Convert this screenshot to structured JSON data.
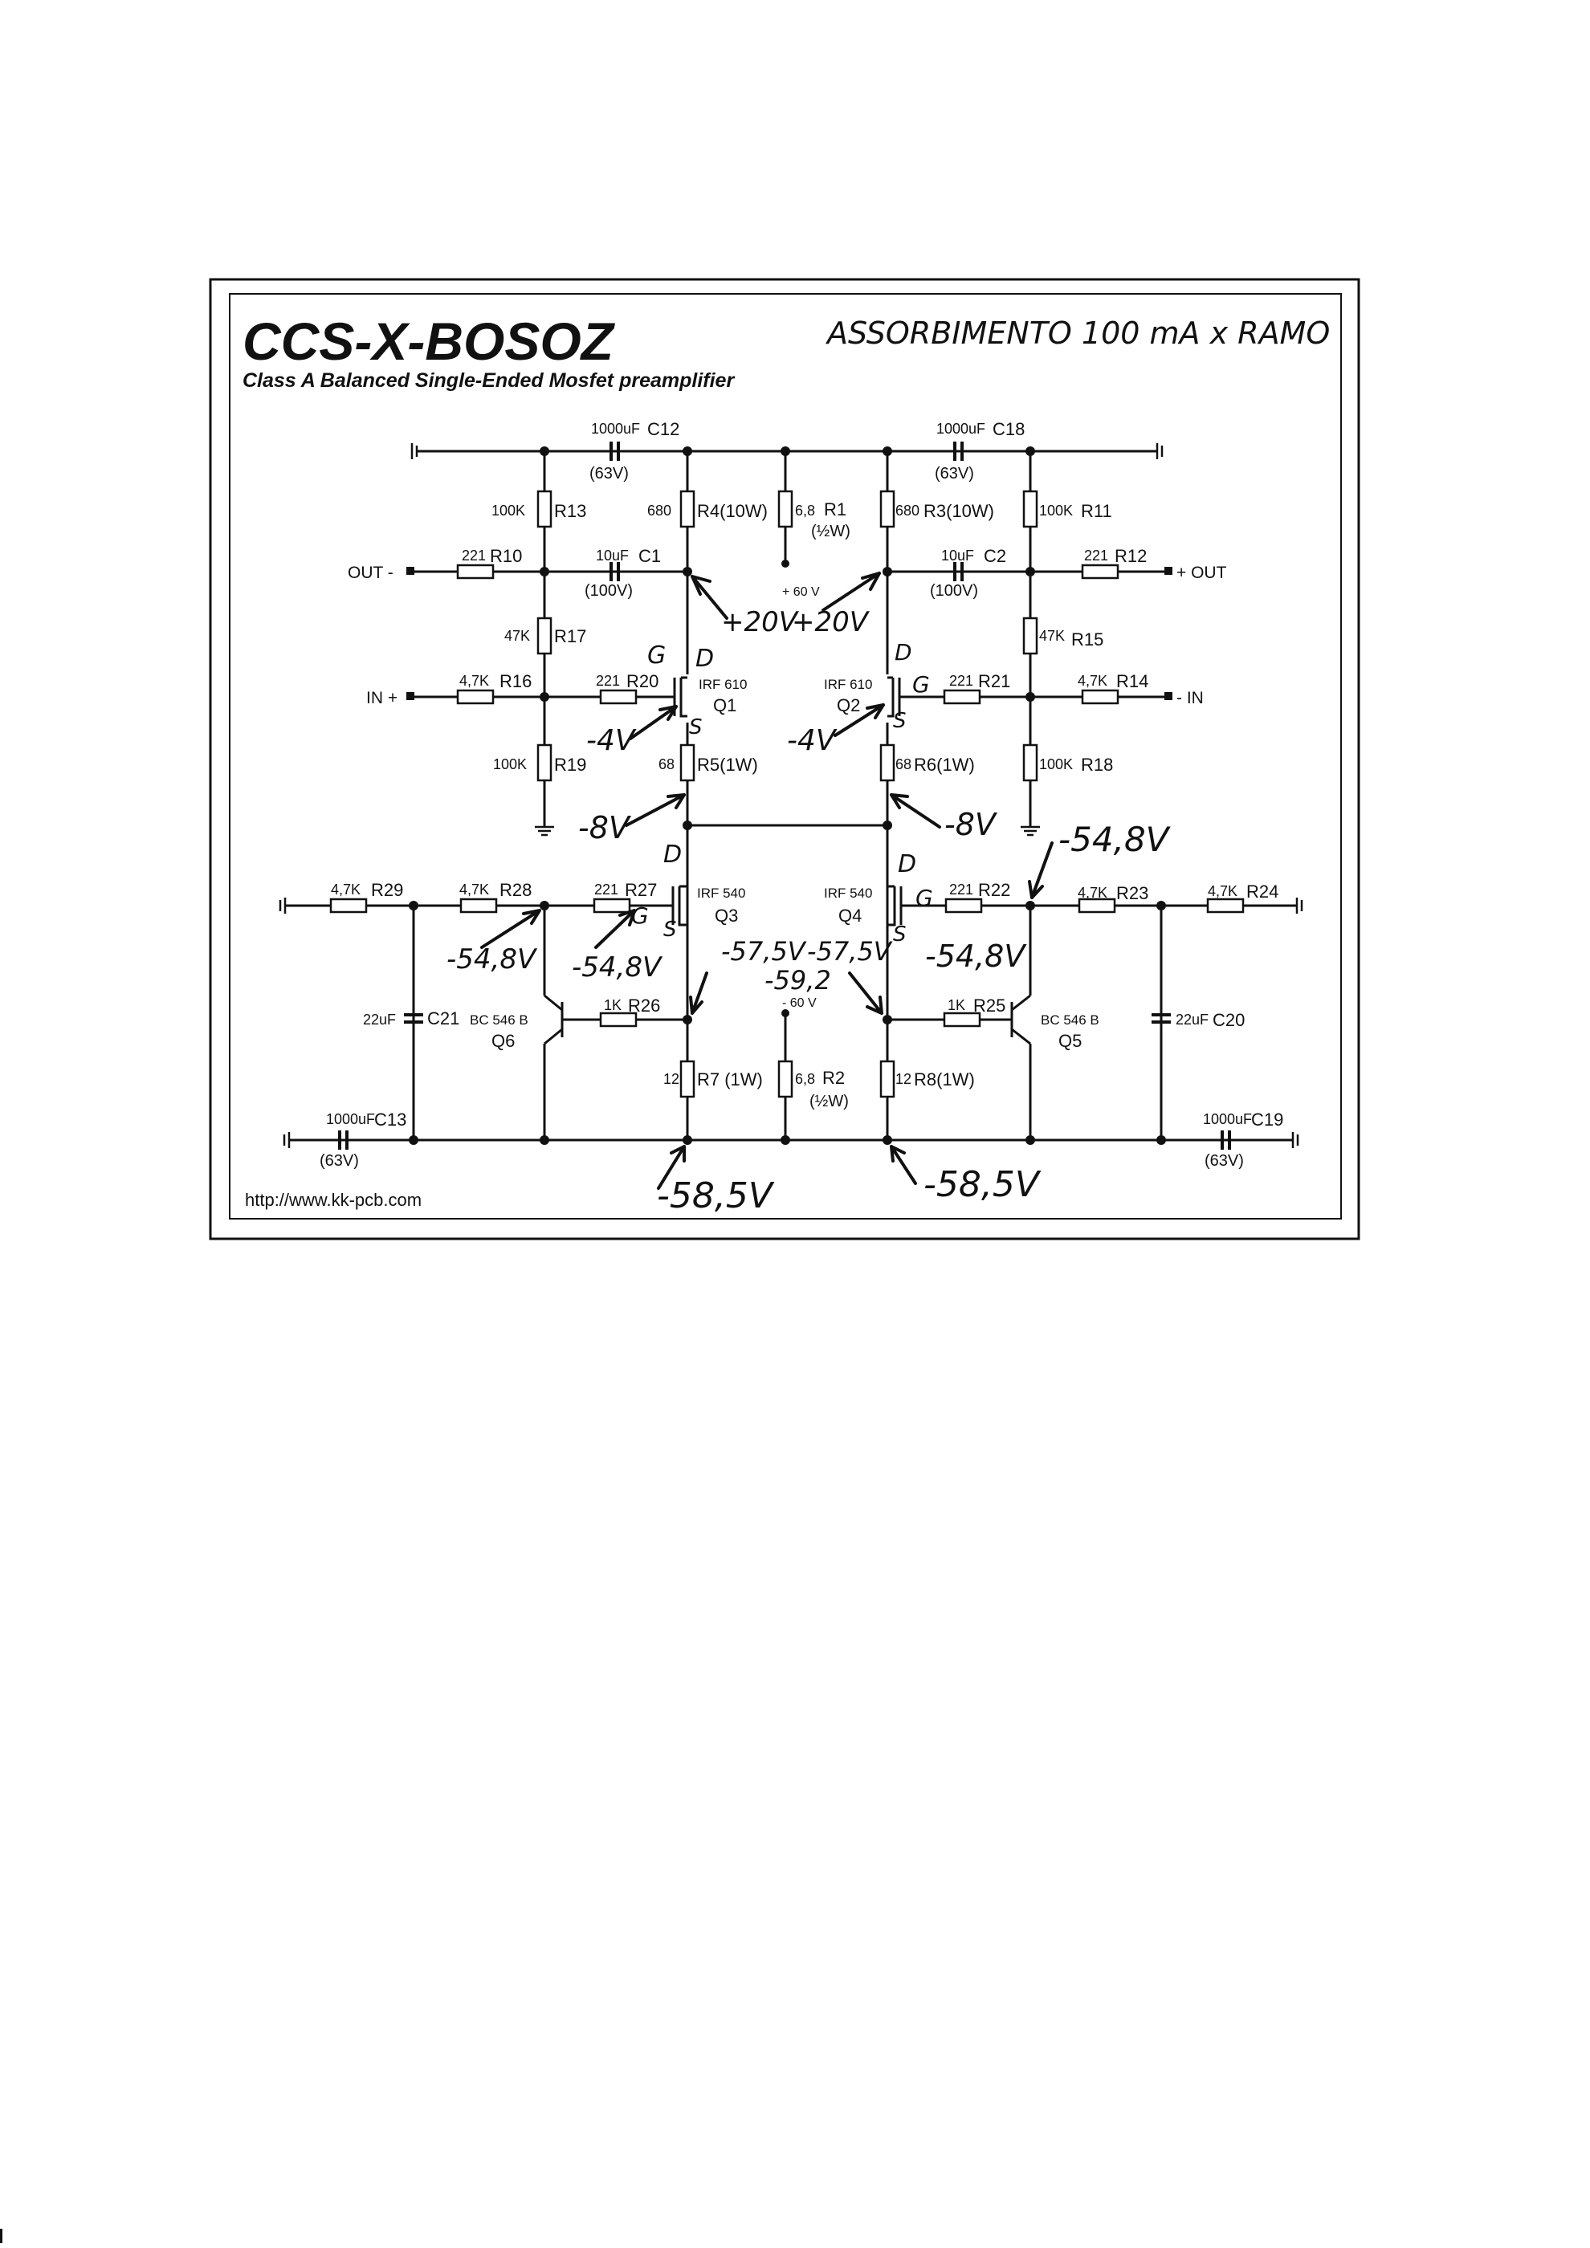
{
  "title": "CCS-X-BOSOZ",
  "subtitle": "Class A Balanced Single-Ended Mosfet preamplifier",
  "url": "http://www.kk-pcb.com",
  "note": "ASSORBIMENTO 100 mA x RAMO",
  "supply": {
    "pos": "+ 60 V",
    "neg": "- 60 V"
  },
  "io": {
    "out_minus": "OUT -",
    "out_plus": "+ OUT",
    "in_plus": "IN +",
    "in_minus": "- IN"
  },
  "caps": {
    "c12": {
      "value": "1000uF",
      "ref": "C12",
      "rating": "(63V)"
    },
    "c18": {
      "value": "1000uF",
      "ref": "C18",
      "rating": "(63V)"
    },
    "c1": {
      "value": "10uF",
      "ref": "C1",
      "rating": "(100V)"
    },
    "c2": {
      "value": "10uF",
      "ref": "C2",
      "rating": "(100V)"
    },
    "c21": {
      "value": "22uF",
      "ref": "C21"
    },
    "c20": {
      "value": "22uF",
      "ref": "C20"
    },
    "c13": {
      "value": "1000uF",
      "ref": "C13",
      "rating": "(63V)"
    },
    "c19": {
      "value": "1000uF",
      "ref": "C19",
      "rating": "(63V)"
    }
  },
  "resistors": {
    "r13": {
      "value": "100K",
      "ref": "R13"
    },
    "r4": {
      "value": "680",
      "ref": "R4(10W)"
    },
    "r1": {
      "value": "6,8",
      "ref": "R1",
      "rating": "(½W)"
    },
    "r3": {
      "value": "680",
      "ref": "R3(10W)"
    },
    "r11": {
      "value": "100K",
      "ref": "R11"
    },
    "r10": {
      "value": "221",
      "ref": "R10"
    },
    "r12": {
      "value": "221",
      "ref": "R12"
    },
    "r17": {
      "value": "47K",
      "ref": "R17"
    },
    "r15": {
      "value": "47K",
      "ref": "R15"
    },
    "r16": {
      "value": "4,7K",
      "ref": "R16"
    },
    "r20": {
      "value": "221",
      "ref": "R20"
    },
    "r21": {
      "value": "221",
      "ref": "R21"
    },
    "r14": {
      "value": "4,7K",
      "ref": "R14"
    },
    "r19": {
      "value": "100K",
      "ref": "R19"
    },
    "r5": {
      "value": "68",
      "ref": "R5(1W)"
    },
    "r6": {
      "value": "68",
      "ref": "R6(1W)"
    },
    "r18": {
      "value": "100K",
      "ref": "R18"
    },
    "r29": {
      "value": "4,7K",
      "ref": "R29"
    },
    "r28": {
      "value": "4,7K",
      "ref": "R28"
    },
    "r27": {
      "value": "221",
      "ref": "R27"
    },
    "r22": {
      "value": "221",
      "ref": "R22"
    },
    "r23": {
      "value": "4,7K",
      "ref": "R23"
    },
    "r24": {
      "value": "4,7K",
      "ref": "R24"
    },
    "r26": {
      "value": "1K",
      "ref": "R26"
    },
    "r25": {
      "value": "1K",
      "ref": "R25"
    },
    "r7": {
      "value": "12",
      "ref": "R7 (1W)"
    },
    "r2": {
      "value": "6,8",
      "ref": "R2",
      "rating": "(½W)"
    },
    "r8": {
      "value": "12",
      "ref": "R8(1W)"
    }
  },
  "transistors": {
    "q1": {
      "type": "IRF 610",
      "ref": "Q1"
    },
    "q2": {
      "type": "IRF 610",
      "ref": "Q2"
    },
    "q3": {
      "type": "IRF 540",
      "ref": "Q3"
    },
    "q4": {
      "type": "IRF 540",
      "ref": "Q4"
    },
    "q6": {
      "type": "BC 546 B",
      "ref": "Q6"
    },
    "q5": {
      "type": "BC 546 B",
      "ref": "Q5"
    }
  },
  "handwritten": {
    "v_plus20_a": "+20V",
    "v_plus20_b": "+20V",
    "v_m4_left": "-4V",
    "v_m4_right": "-4V",
    "v_m8_left": "-8V",
    "v_m8_right": "-8V",
    "v_m548_a": "-54,8V",
    "v_m548_b": "-54,8V",
    "v_m548_c": "-54,8V",
    "v_m548_d": "-54,8V",
    "v_m575_a": "-57,5V",
    "v_m575_b": "-57,5V",
    "v_m592": "-59,2",
    "v_m585_left": "-58,5V",
    "v_m585_right": "-58,5V",
    "g": "G",
    "s": "S",
    "d": "D"
  }
}
